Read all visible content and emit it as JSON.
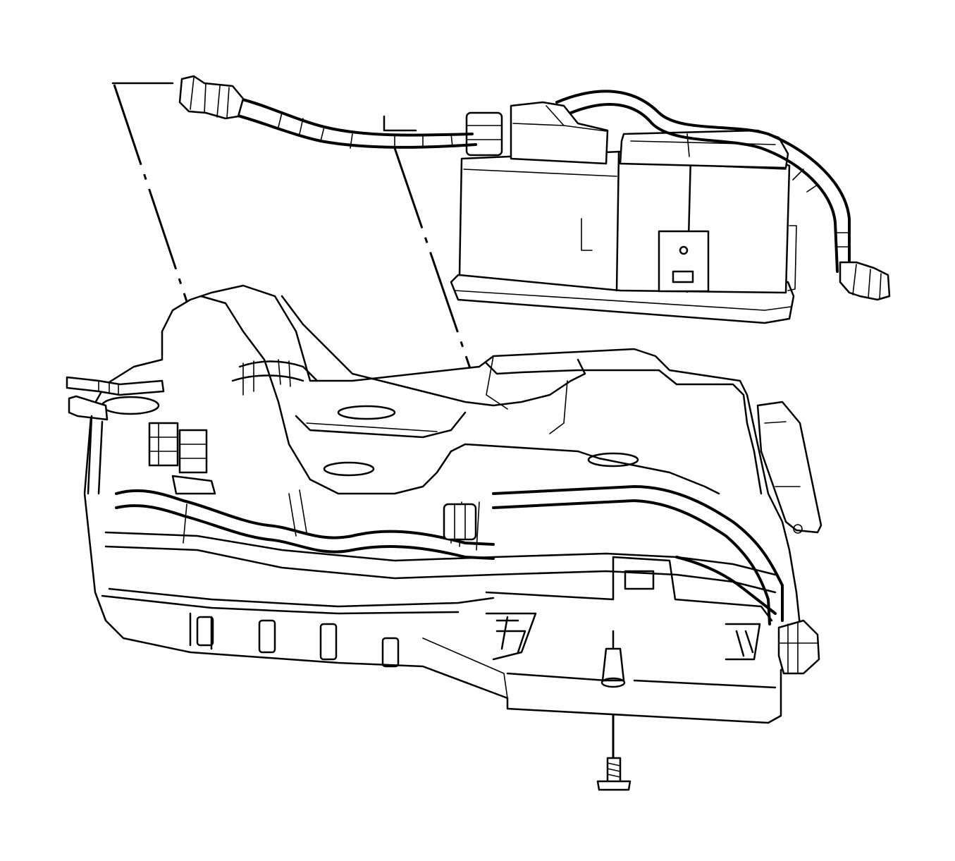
{
  "figure": {
    "kind": "exploded-view line drawing",
    "colors": {
      "ink": "#000000",
      "paper": "#ffffff"
    },
    "parts": [
      {
        "id": "evap-canister",
        "icon": "canister-icon"
      },
      {
        "id": "vent-hose",
        "icon": "hose-icon"
      },
      {
        "id": "hose-connector-left",
        "icon": "connector-icon"
      },
      {
        "id": "hose-connector-right",
        "icon": "connector-icon"
      },
      {
        "id": "fuel-tank",
        "icon": "fuel-tank-icon"
      },
      {
        "id": "mounting-bolt",
        "icon": "bolt-icon"
      }
    ]
  }
}
